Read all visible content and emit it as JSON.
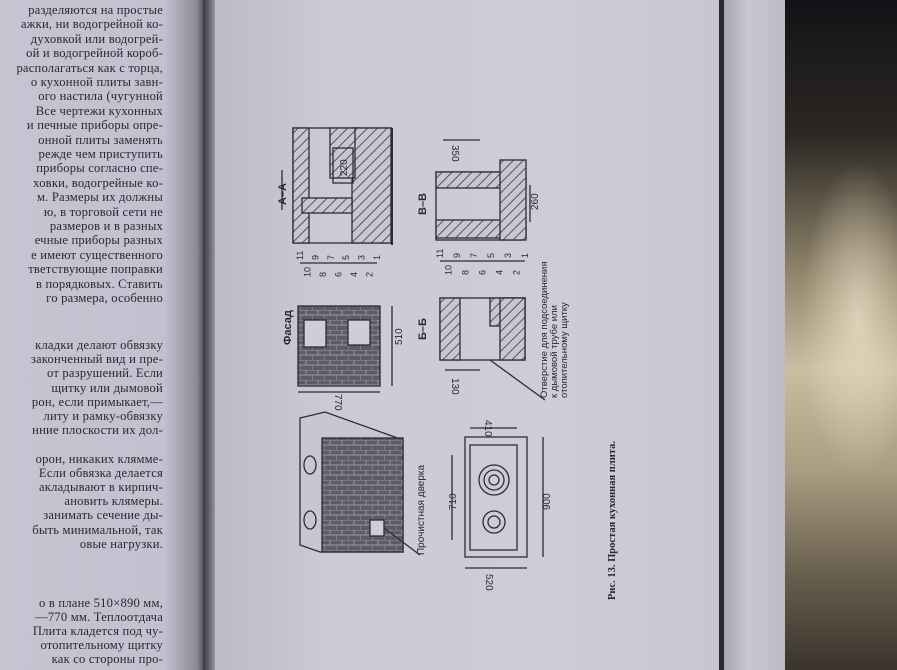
{
  "left_page": {
    "lines_top": [
      "разделяются на простые",
      "ажки, ни водогрейной ко-",
      "духовкой или водогрей-",
      "ой и водогрейной короб-",
      "располагаться как с торца,",
      "о кухонной плиты завн-",
      "ого настила (чугунной",
      "Все чертежи кухонных",
      "и печные приборы опре-",
      "онной плиты заменять",
      "режде чем приступить",
      "приборы согласно спе-",
      "ховки, водогрейные ко-",
      "м. Размеры их должны",
      "ю, в торговой сети не",
      "размеров и в разных",
      "ечные приборы разных",
      "е имеют существенного",
      "тветствующие поправки",
      "в порядковых. Ставить",
      "го размера, особенно"
    ],
    "lines_mid": [
      "кладки делают обвязку",
      "законченный вид и пре-",
      "от разрушений. Если",
      "щитку или дымовой",
      "рон, если примыкает,—",
      "литу и рамку-обвязку",
      "нние плоскости их дол-",
      "",
      "орон, никаких клямме-",
      "Если обвязка делается",
      "акладывают в кирпич-",
      "ановить клямеры.",
      "занимать сечение ды-",
      "быть минимальной, так",
      "овые нагрузки."
    ],
    "lines_bottom": [
      "о в плане 510×890 мм,",
      "—770 мм. Теплоотдача",
      "Плита кладется под чу-",
      "отопительному щитку",
      "как со стороны про-"
    ]
  },
  "figure": {
    "section_aa": "А–А",
    "facade": "Фасад",
    "section_bb": "Б–Б",
    "section_vv": "В–В",
    "dim_220": "220",
    "dim_770": "770",
    "dim_510": "510",
    "dim_350": "350",
    "dim_260": "260",
    "dim_130": "130",
    "dim_410": "410",
    "dim_710": "710",
    "dim_900": "900",
    "dim_520": "520",
    "scale_odd": [
      "11",
      "9",
      "7",
      "5",
      "3",
      "1"
    ],
    "scale_even": [
      "10",
      "8",
      "6",
      "4",
      "2"
    ],
    "note_line1": "Отверстие для подсоединения",
    "note_line2": "к дымовой трубе или",
    "note_line3": "отопительному щитку",
    "cleanout_label": "Прочистная дверка",
    "caption": "Рис. 13. Простая кухонная плита."
  }
}
